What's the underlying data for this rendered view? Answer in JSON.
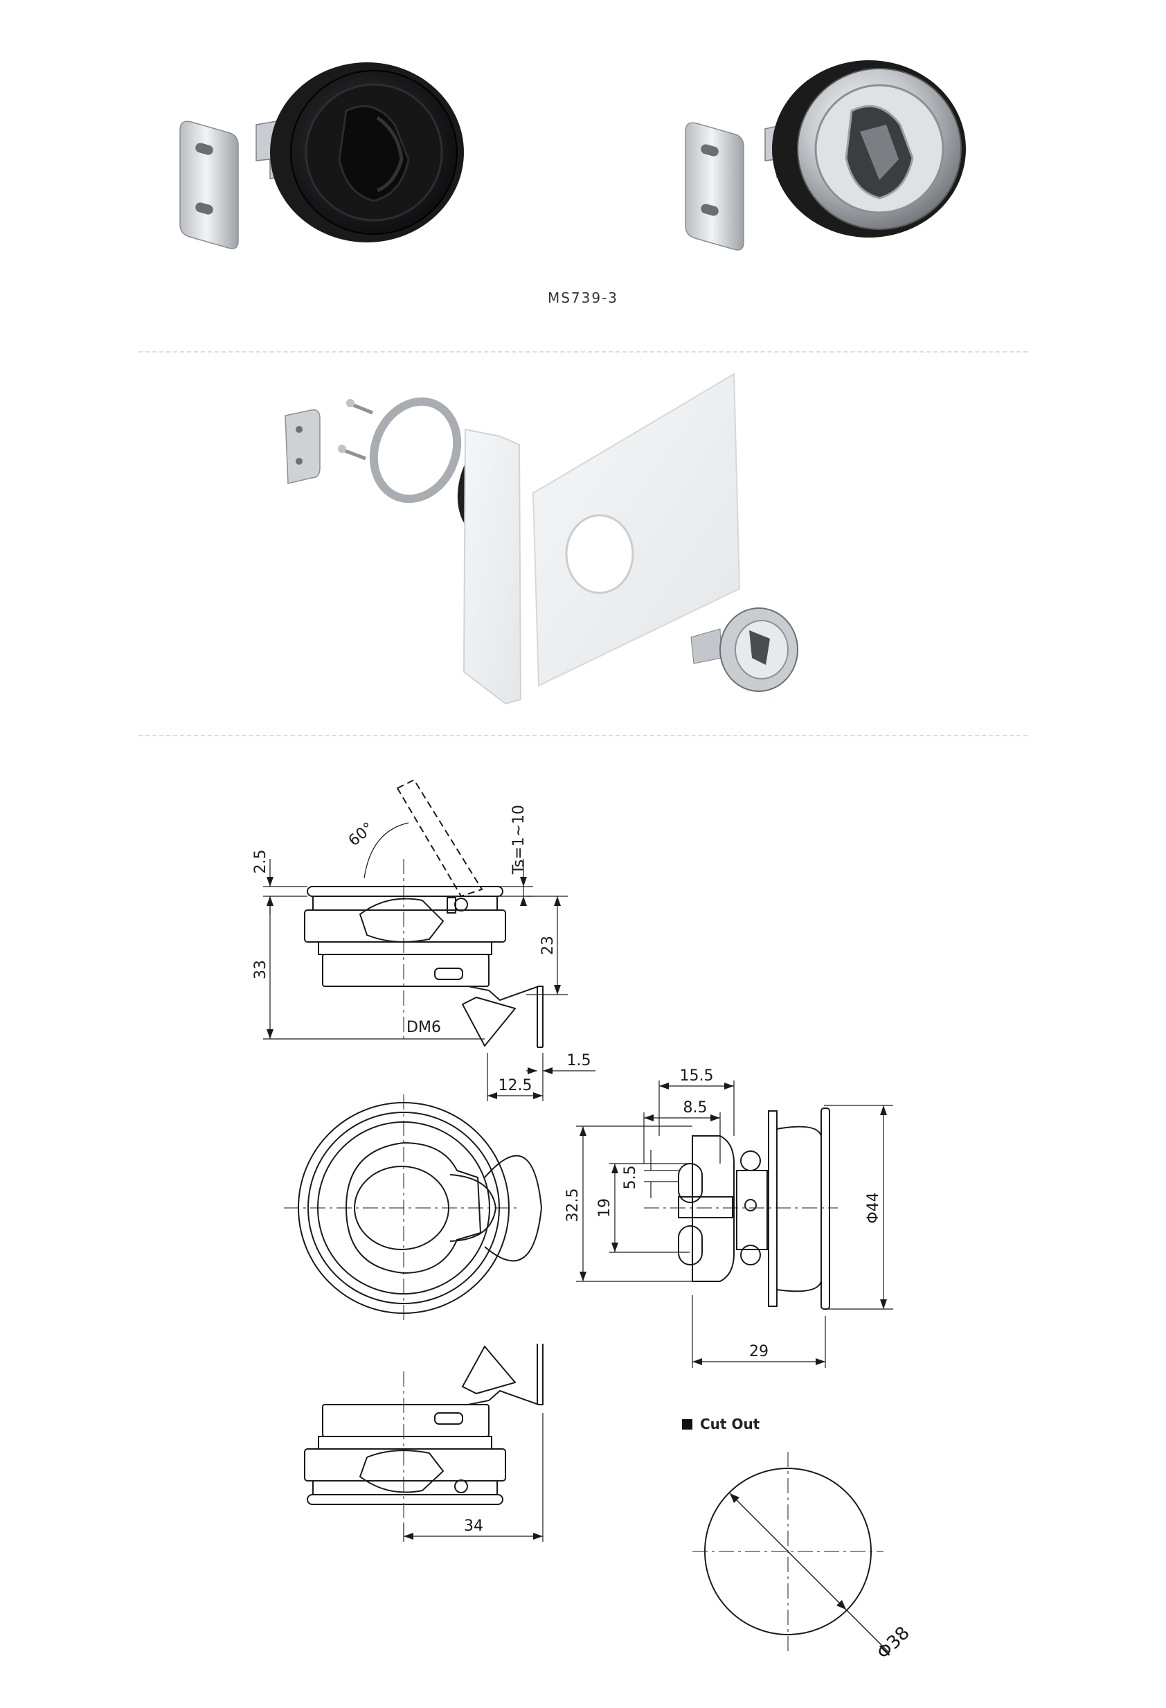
{
  "product": {
    "model": "MS739-3"
  },
  "drawing": {
    "side_view": {
      "lid_thickness": "2.5",
      "overall_height": "33",
      "body_height": "23",
      "panel_thickness": "Ts=1~10",
      "handle_angle": "60°",
      "thread": "DM6",
      "cam_offset": "12.5",
      "cam_thickness": "1.5"
    },
    "rear_view": {
      "slot_span": "15.5",
      "slot_inner": "8.5",
      "slot_width": "5.5",
      "slot_pitch": "19",
      "plate_height": "32.5",
      "flange_diameter": "Φ44",
      "depth": "29"
    },
    "bottom_view": {
      "width": "34"
    }
  },
  "cutout": {
    "title": "Cut Out",
    "diameter": "Φ38"
  }
}
